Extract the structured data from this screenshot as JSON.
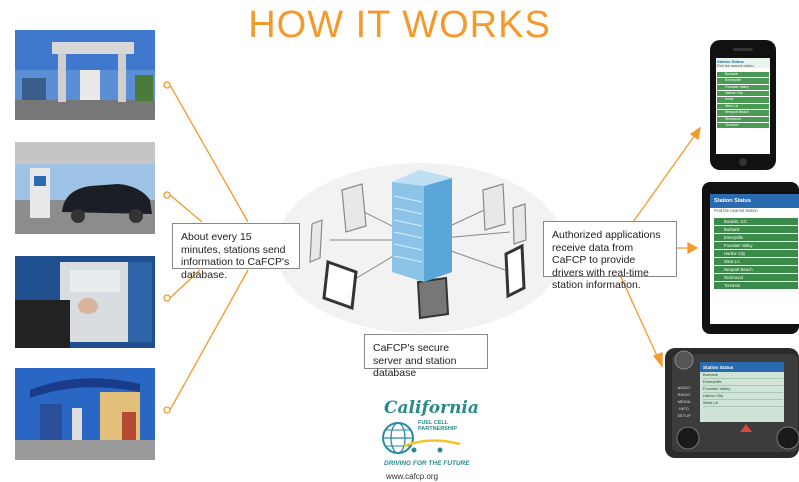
{
  "title": "HOW IT WORKS",
  "colors": {
    "accent": "#f39a2c",
    "server": "#8cc4e8",
    "logo": "#2a8a8a"
  },
  "left_callout": "About every 15 minutes, stations send information to CaFCP's database.",
  "right_callout": "Authorized applications receive data from CaFCP to provide drivers with real-time station information.",
  "server_label": "CaFCP's secure server and station database",
  "photos": [
    {
      "name": "canopy-fueling-station-photo"
    },
    {
      "name": "car-at-dispenser-photo"
    },
    {
      "name": "dispenser-nozzle-photo"
    },
    {
      "name": "station-with-canopy-photo"
    }
  ],
  "logo": {
    "wordmark": "California",
    "sub_line1": "FUEL CELL",
    "sub_line2": "PARTNERSHIP",
    "tagline": "DRIVING FOR THE FUTURE",
    "url": "www.cafcp.org"
  },
  "phone_screen": {
    "title": "Station Status",
    "subtitle": "Find the nearest station",
    "items": [
      "Burbank",
      "Emeryville",
      "Fountain Valley",
      "Harbor City",
      "Irvine",
      "West LA",
      "Newport Beach",
      "Richmond",
      "Torrance"
    ]
  },
  "tablet_screen": {
    "title": "Station Status",
    "subtitle": "Find the nearest station",
    "items": [
      "Boulder, CO",
      "Burbank",
      "Emeryville",
      "Fountain Valley",
      "Harbor City",
      "West LA",
      "Newport Beach",
      "Richmond",
      "Torrance"
    ]
  },
  "car_screen": {
    "title": "Station Status",
    "items": [
      "Burbank",
      "Emeryville",
      "Fountain Valley",
      "Harbor City",
      "West LA"
    ],
    "buttons": [
      "AUDIO",
      "RADIO",
      "MEDIA",
      "INFO",
      "SETUP"
    ]
  }
}
